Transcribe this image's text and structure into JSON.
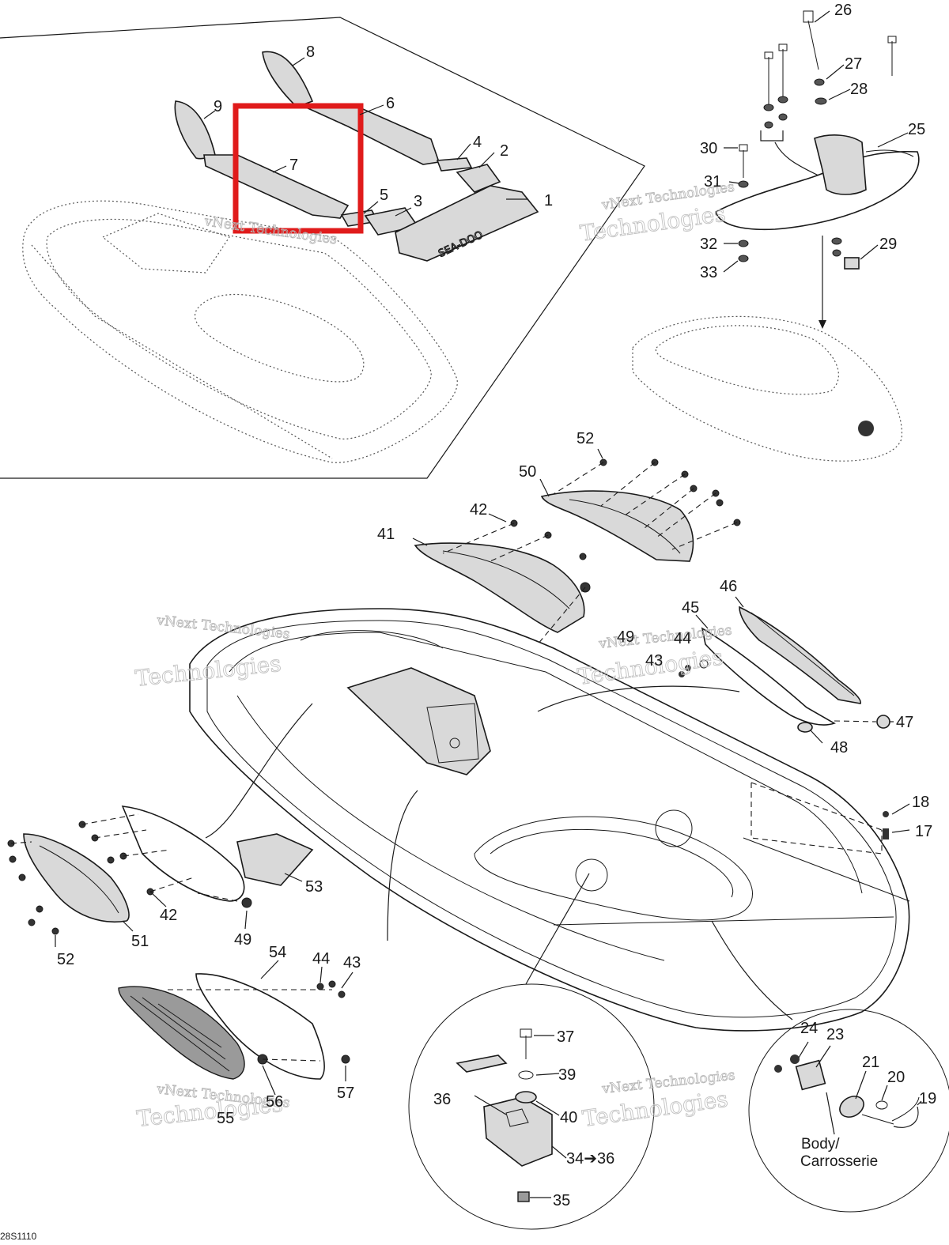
{
  "diagram": {
    "drawing_ref": "28S1110",
    "watermark": {
      "line1": "vNext Technologies",
      "line2": "Technologies"
    },
    "highlight": {
      "color": "#e01b1b",
      "part": "7"
    },
    "body_label": {
      "line1": "Body/",
      "line2": "Carrosserie"
    },
    "arrow_label": "34➔36",
    "callouts": [
      "1",
      "2",
      "3",
      "4",
      "5",
      "6",
      "7",
      "8",
      "9",
      "17",
      "18",
      "19",
      "20",
      "21",
      "23",
      "24",
      "25",
      "26",
      "27",
      "28",
      "29",
      "30",
      "31",
      "32",
      "33",
      "35",
      "36",
      "37",
      "39",
      "40",
      "41",
      "42",
      "42",
      "43",
      "43",
      "44",
      "44",
      "45",
      "46",
      "47",
      "48",
      "49",
      "49",
      "50",
      "51",
      "52",
      "52",
      "53",
      "54",
      "55",
      "56",
      "57"
    ]
  }
}
